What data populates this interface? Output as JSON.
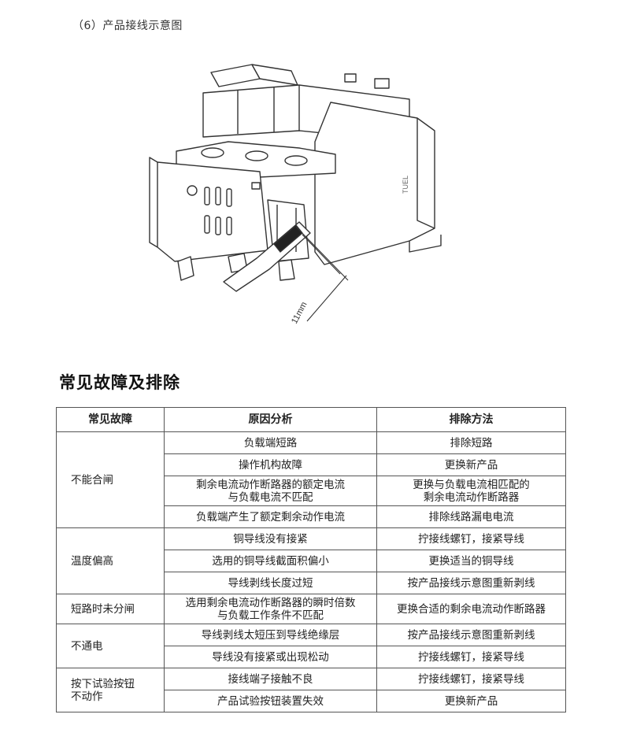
{
  "section_title": "（6）产品接线示意图",
  "diagram": {
    "dimension_label": "11mm",
    "brand_mark": "TUEL"
  },
  "heading": "常见故障及排除",
  "table": {
    "headers": [
      "常见故障",
      "原因分析",
      "排除方法"
    ],
    "groups": [
      {
        "fault": "不能合闸",
        "rows": [
          {
            "cause": "负载端短路",
            "remedy": "排除短路"
          },
          {
            "cause": "操作机构故障",
            "remedy": "更换新产品"
          },
          {
            "cause_lines": [
              "剩余电流动作断路器的额定电流",
              "与负载电流不匹配"
            ],
            "remedy_lines": [
              "更换与负载电流相匹配的",
              "剩余电流动作断路器"
            ]
          },
          {
            "cause": "负载端产生了额定剩余动作电流",
            "remedy": "排除线路漏电电流"
          }
        ]
      },
      {
        "fault": "温度偏高",
        "rows": [
          {
            "cause": "铜导线没有接紧",
            "remedy": "拧接线螺钉，接紧导线"
          },
          {
            "cause": "选用的铜导线截面积偏小",
            "remedy": "更换适当的铜导线"
          },
          {
            "cause": "导线剥线长度过短",
            "remedy": "按产品接线示意图重新剥线"
          }
        ]
      },
      {
        "fault": "短路时未分闸",
        "rows": [
          {
            "cause_lines": [
              "选用剩余电流动作断路器的瞬时倍数",
              "与负载工作条件不匹配"
            ],
            "remedy": "更换合适的剩余电流动作断路器"
          }
        ]
      },
      {
        "fault": "不通电",
        "rows": [
          {
            "cause": "导线剥线太短压到导线绝缘层",
            "remedy": "按产品接线示意图重新剥线"
          },
          {
            "cause": "导线没有接紧或出现松动",
            "remedy": "拧接线螺钉，接紧导线"
          }
        ]
      },
      {
        "fault_lines": [
          "按下试验按钮",
          "不动作"
        ],
        "rows": [
          {
            "cause": "接线端子接触不良",
            "remedy": "拧接线螺钉，接紧导线"
          },
          {
            "cause": "产品试验按钮装置失效",
            "remedy": "更换新产品"
          }
        ]
      }
    ]
  }
}
